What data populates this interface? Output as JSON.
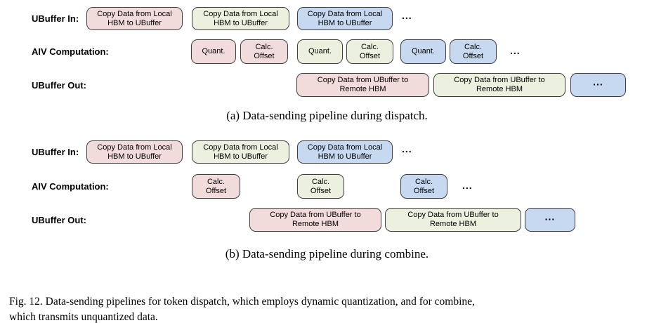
{
  "colors": {
    "pink_fill": "#f2dcdb",
    "green_fill": "#ebf1de",
    "blue_fill": "#c6d9f0",
    "border": "#3f3f3f",
    "background": "#ffffff"
  },
  "row_labels": {
    "ubuffer_in": "UBuffer In:",
    "aiv_computation": "AIV Computation:",
    "ubuffer_out": "UBuffer Out:"
  },
  "blocks": {
    "copy_in": "Copy Data from Local\nHBM to UBuffer",
    "copy_out": "Copy Data from UBuffer to\nRemote HBM",
    "quant": "Quant.",
    "calc_offset": "Calc.\nOffset",
    "ellipsis": "..."
  },
  "captions": {
    "a": "(a) Data-sending pipeline during dispatch.",
    "b": "(b) Data-sending pipeline during combine.",
    "fig": "Fig. 12.  Data-sending pipelines for token dispatch, which employs dynamic quantization, and for combine,\nwhich transmits unquantized data."
  }
}
